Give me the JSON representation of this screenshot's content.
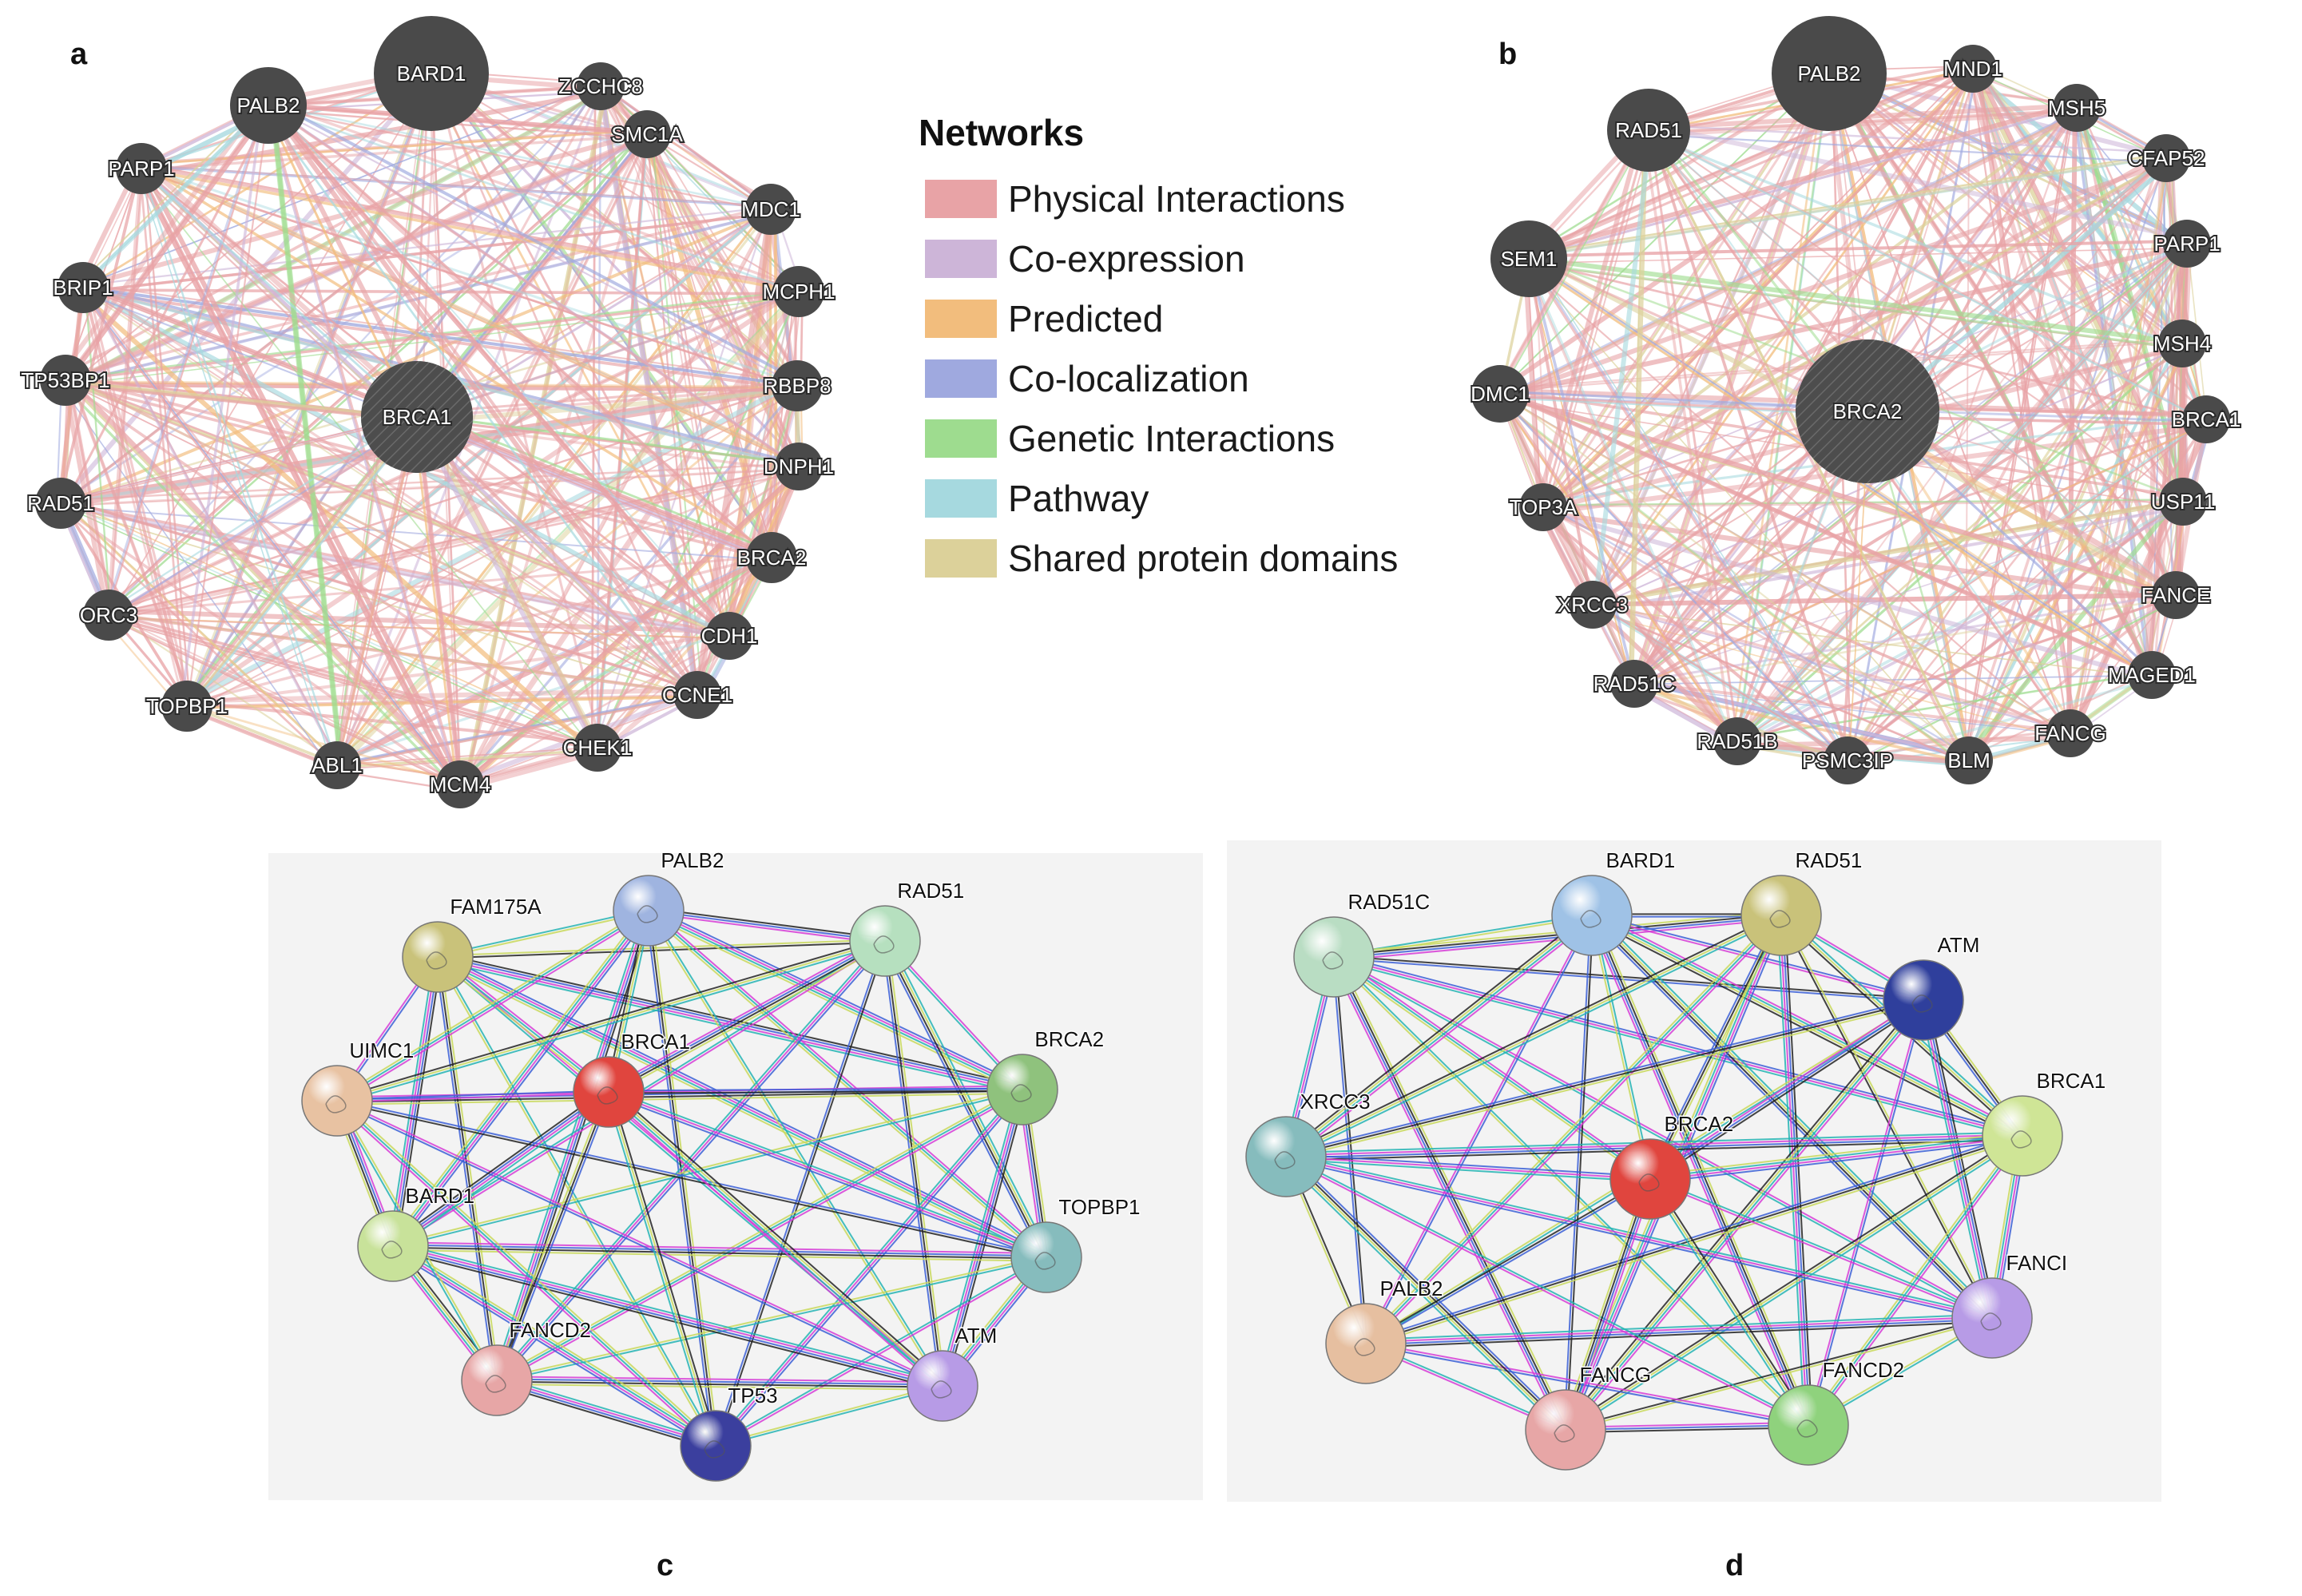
{
  "panels": {
    "a": {
      "letter": "a",
      "hub": "BRCA1",
      "big_nodes": [
        "BARD1",
        "PALB2"
      ],
      "nodes": [
        "BARD1",
        "ZCCHC8",
        "SMC1A",
        "MDC1",
        "MCPH1",
        "RBBP8",
        "DNPH1",
        "BRCA2",
        "CDH1",
        "CCNE1",
        "CHEK1",
        "MCM4",
        "ABL1",
        "TOPBP1",
        "ORC3",
        "RAD51",
        "TP53BP1",
        "BRIP1",
        "PARP1",
        "PALB2"
      ]
    },
    "b": {
      "letter": "b",
      "hub": "BRCA2",
      "big_nodes": [
        "PALB2",
        "RAD51",
        "SEM1"
      ],
      "nodes": [
        "PALB2",
        "MND1",
        "MSH5",
        "CFAP52",
        "PARP1",
        "MSH4",
        "BRCA1",
        "USP11",
        "FANCE",
        "MAGED1",
        "FANCG",
        "BLM",
        "PSMC3IP",
        "RAD51B",
        "RAD51C",
        "XRCC3",
        "TOP3A",
        "DMC1",
        "SEM1",
        "RAD51"
      ]
    },
    "c": {
      "letter": "c",
      "nodes": [
        {
          "label": "FAM175A",
          "color": "#c9c27a"
        },
        {
          "label": "PALB2",
          "color": "#9fb4e0"
        },
        {
          "label": "RAD51",
          "color": "#b6e0bf"
        },
        {
          "label": "BRCA2",
          "color": "#8fc27d"
        },
        {
          "label": "TOPBP1",
          "color": "#86bcbd"
        },
        {
          "label": "ATM",
          "color": "#b79be6"
        },
        {
          "label": "TP53",
          "color": "#3b3f9e"
        },
        {
          "label": "FANCD2",
          "color": "#e7a6a6"
        },
        {
          "label": "BARD1",
          "color": "#c8e29a"
        },
        {
          "label": "UIMC1",
          "color": "#e8c2a2"
        },
        {
          "label": "BRCA1",
          "color": "#e0453e"
        }
      ]
    },
    "d": {
      "letter": "d",
      "nodes": [
        {
          "label": "RAD51C",
          "color": "#b9ddc3"
        },
        {
          "label": "BARD1",
          "color": "#9fc2e6"
        },
        {
          "label": "RAD51",
          "color": "#c9c27a"
        },
        {
          "label": "ATM",
          "color": "#2f3f9c"
        },
        {
          "label": "BRCA1",
          "color": "#cfe596"
        },
        {
          "label": "FANCI",
          "color": "#b79be6"
        },
        {
          "label": "FANCD2",
          "color": "#8fd27d"
        },
        {
          "label": "FANCG",
          "color": "#e7a6a6"
        },
        {
          "label": "PALB2",
          "color": "#e6bfa0"
        },
        {
          "label": "XRCC3",
          "color": "#86bcbd"
        },
        {
          "label": "BRCA2",
          "color": "#e0453e"
        }
      ]
    }
  },
  "legend": {
    "title": "Networks",
    "items": [
      {
        "label": "Physical Interactions",
        "color": "#e8a3a6"
      },
      {
        "label": "Co-expression",
        "color": "#cdb5d8"
      },
      {
        "label": "Predicted",
        "color": "#f2bd7d"
      },
      {
        "label": "Co-localization",
        "color": "#9fa9df"
      },
      {
        "label": "Genetic Interactions",
        "color": "#9edc8f"
      },
      {
        "label": "Pathway",
        "color": "#a6d9df"
      },
      {
        "label": "Shared protein domains",
        "color": "#dcd19a"
      }
    ]
  },
  "edge_colors": [
    "#e8a3a6",
    "#cdb5d8",
    "#f2bd7d",
    "#9fa9df",
    "#9edc8f",
    "#a6d9df",
    "#dcd19a"
  ],
  "string_edge_colors": [
    "#d63cd6",
    "#23b3b3",
    "#c8d85a",
    "#222222",
    "#3b5fd6"
  ]
}
